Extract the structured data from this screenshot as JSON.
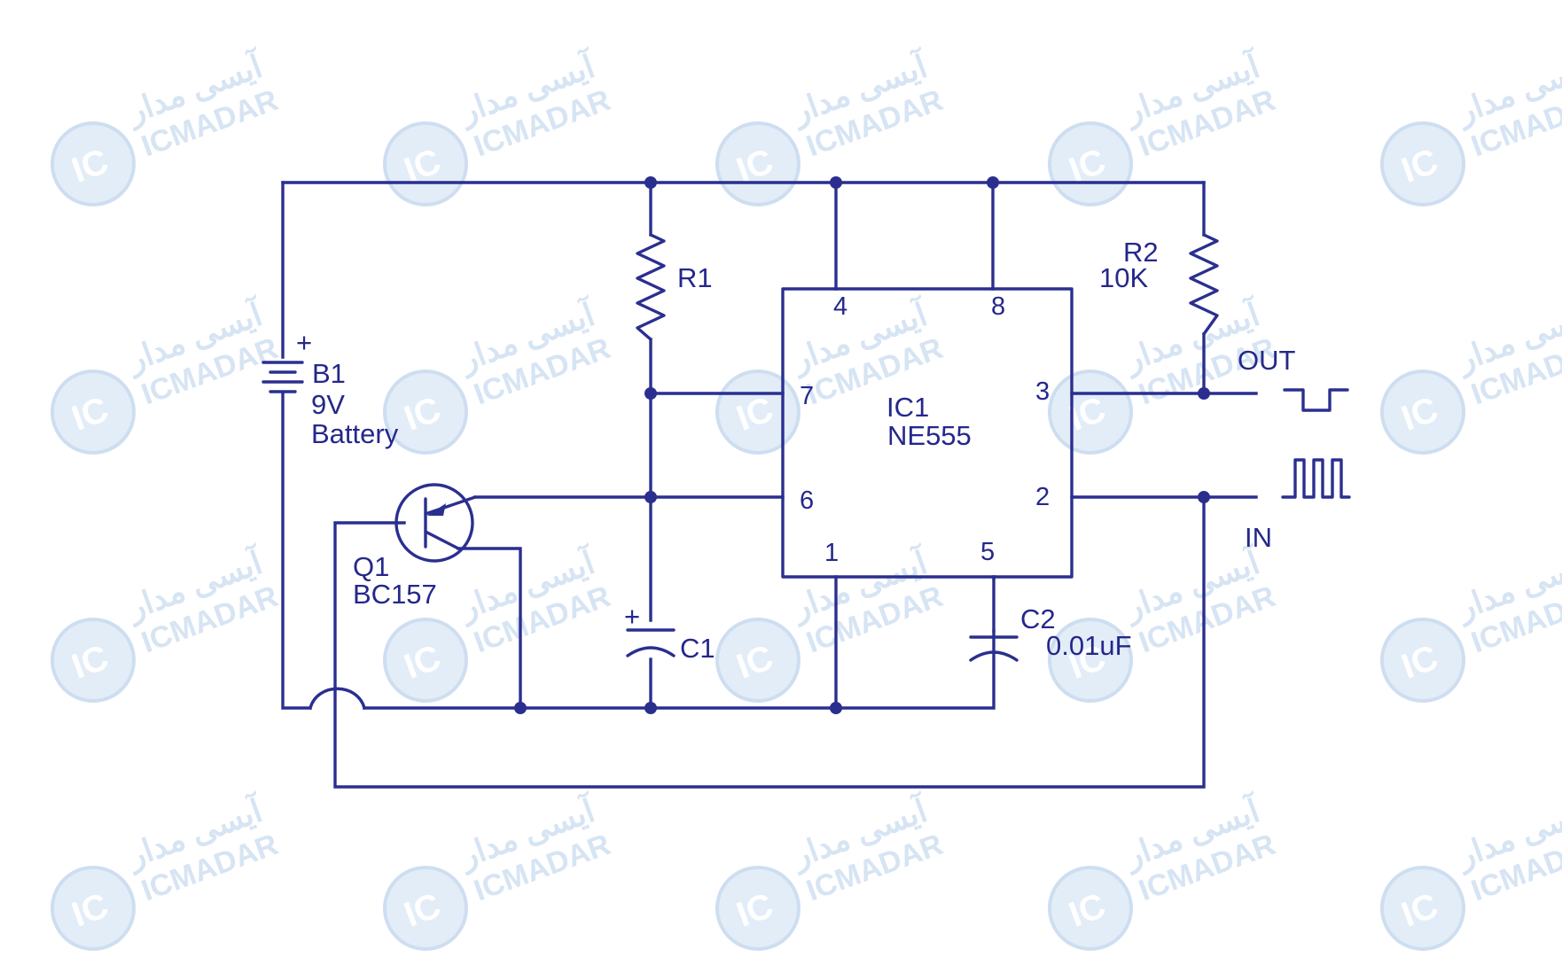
{
  "colors": {
    "ink": "#2a2f8f",
    "watermark": "#cfe0f2",
    "background": "#ffffff"
  },
  "watermark": {
    "brand": "ICMADAR",
    "brand_fa": "آیسی مدار",
    "badge_text": "IC"
  },
  "components": {
    "battery": {
      "ref": "B1",
      "plus": "+",
      "value": "9V",
      "desc": "Battery"
    },
    "r1": {
      "ref": "R1"
    },
    "r2": {
      "ref": "R2",
      "value": "10K"
    },
    "ic": {
      "ref": "IC1",
      "part": "NE555"
    },
    "q1": {
      "ref": "Q1",
      "part": "BC157"
    },
    "c1": {
      "ref": "C1",
      "plus": "+"
    },
    "c2": {
      "ref": "C2",
      "value": "0.01uF"
    }
  },
  "pins": {
    "p4": "4",
    "p8": "8",
    "p7": "7",
    "p3": "3",
    "p6": "6",
    "p2": "2",
    "p1": "1",
    "p5": "5"
  },
  "signals": {
    "out": "OUT",
    "in": "IN"
  }
}
